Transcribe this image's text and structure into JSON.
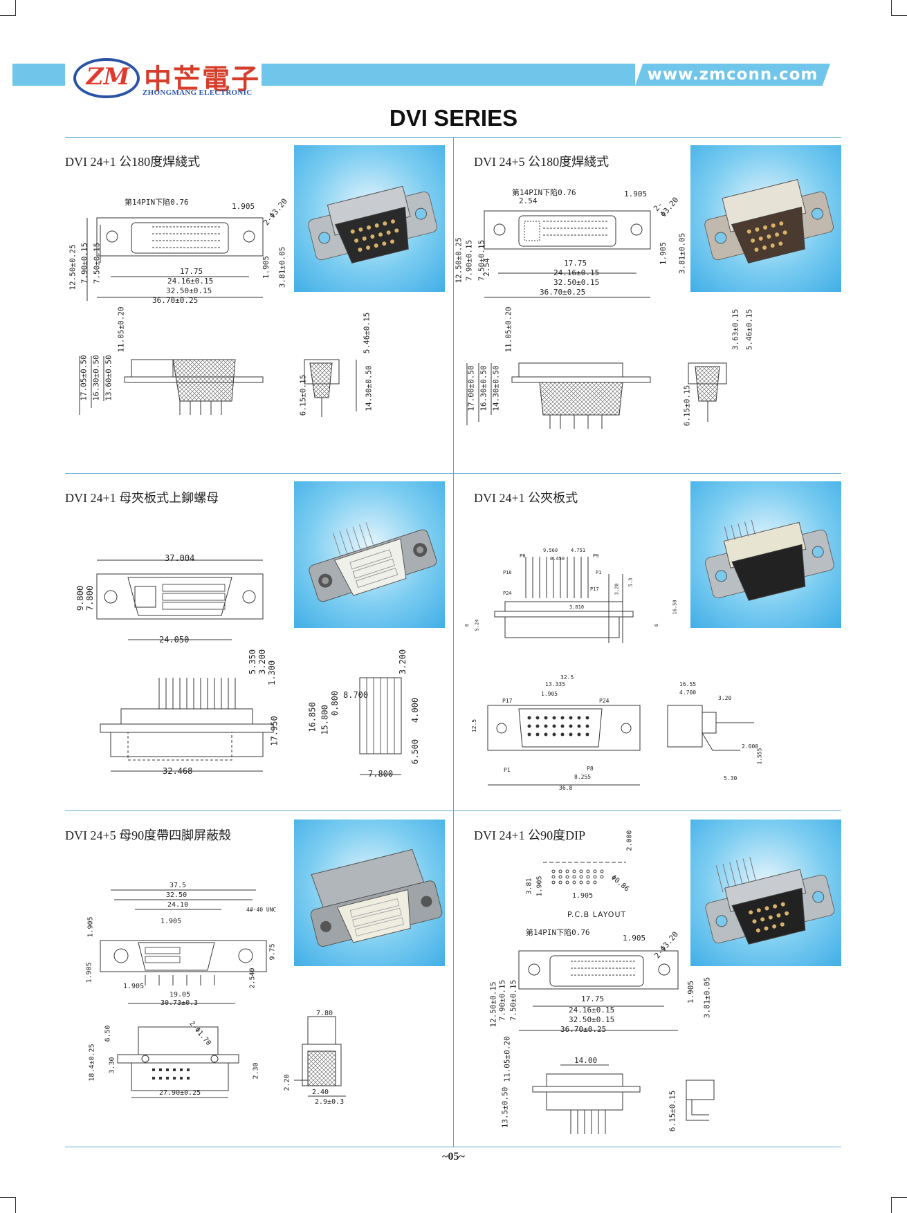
{
  "header": {
    "logo_mark": "ZM",
    "company_cn": "中芒電子",
    "company_en": "ZHONGMANG ELECTRONIC",
    "website": "www.zmconn.com",
    "brand_color": "#6fc6ea",
    "logo_red": "#e03a2f",
    "logo_blue": "#2a53a6"
  },
  "page_title": "DVI SERIES",
  "page_number": "~05~",
  "products": [
    {
      "title": "DVI 24+1 公180度焊綫式",
      "top_view": {
        "note": "第14PIN下陷0.76",
        "dims": [
          "1.905",
          "2-Φ3.20",
          "17.75",
          "24.16±0.15",
          "32.50±0.15",
          "36.70±0.25",
          "12.50±0.25",
          "7.90±0.15",
          "7.50±0.15",
          "1.905",
          "3.81±0.05"
        ]
      },
      "side_view": {
        "dims": [
          "11.05±0.20",
          "17.05±0.50",
          "16.30±0.50",
          "13.60±0.50"
        ]
      },
      "end_view": {
        "dims": [
          "5.46±0.15",
          "6.15±0.15",
          "14.30±0.50"
        ]
      }
    },
    {
      "title": "DVI 24+5 公180度焊綫式",
      "top_view": {
        "note": "第14PIN下陷0.76",
        "dims": [
          "2.54",
          "1.905",
          "2-Φ3.20",
          "17.75",
          "24.16±0.15",
          "32.50±0.15",
          "36.70±0.25",
          "12.50±0.25",
          "7.90±0.15",
          "7.50±0.15",
          "2.54",
          "1.905",
          "3.81±0.05"
        ]
      },
      "side_view": {
        "dims": [
          "11.05±0.20",
          "17.00±0.50",
          "16.30±0.50",
          "14.30±0.50"
        ]
      },
      "end_view": {
        "dims": [
          "3.63±0.15",
          "5.46±0.15",
          "6.15±0.15"
        ]
      }
    },
    {
      "title": "DVI 24+1 母夾板式上鉚螺母",
      "top_view": {
        "dims": [
          "37.004",
          "9.800",
          "7.800",
          "24.050"
        ]
      },
      "side_view": {
        "dims": [
          "5.350",
          "3.200",
          "1.300",
          "17.950",
          "32.468"
        ]
      },
      "end_view": {
        "dims": [
          "3.200",
          "8.700",
          "16.850",
          "15.800",
          "0.800",
          "4.000",
          "6.500",
          "7.800"
        ]
      }
    },
    {
      "title": "DVI 24+1 公夾板式",
      "side_view": {
        "dims": [
          "9.560",
          "4.751",
          "0.450",
          "P8",
          "P9",
          "P16",
          "P1",
          "P24",
          "P17",
          "3.810",
          "3.20",
          "5.3",
          "16.50",
          "5.24",
          "6",
          "6"
        ]
      },
      "front_view": {
        "dims": [
          "32.5",
          "13.335",
          "1.905",
          "P17",
          "P24",
          "12.5",
          "P1",
          "P8",
          "8.255",
          "36.8"
        ]
      },
      "end_view": {
        "dims": [
          "16.55",
          "4.700",
          "3.20",
          "2.000",
          "1.555",
          "5.30"
        ]
      }
    },
    {
      "title": "DVI 24+5 母90度帶四脚屏蔽殼",
      "top_view": {
        "dims": [
          "37.5",
          "32.50",
          "24.10",
          "1.905",
          "4#-40 UNC",
          "1.905",
          "9.75",
          "1.905",
          "2.540",
          "1.905",
          "19.05",
          "30.73±0.3"
        ]
      },
      "front_view": {
        "dims": [
          "6.50",
          "18.4±0.25",
          "3.30",
          "2.30",
          "2-Φ1.70",
          "27.90±0.25"
        ]
      },
      "side_view": {
        "dims": [
          "7.80",
          "2.20",
          "2.40",
          "2.9±0.3"
        ]
      }
    },
    {
      "title": "DVI 24+1 公90度DIP",
      "pcb_layout": {
        "label": "P.C.B LAYOUT",
        "dims": [
          "2.000",
          "3.81",
          "1.905",
          "1.905",
          "Φ0.86"
        ]
      },
      "top_view": {
        "note": "第14PIN下陷0.76",
        "dims": [
          "1.905",
          "2-Φ3.20",
          "17.75",
          "24.16±0.15",
          "32.50±0.15",
          "36.70±0.25",
          "12.50±0.15",
          "7.90±0.15",
          "7.50±0.15",
          "1.905",
          "3.81±0.05"
        ]
      },
      "side_view": {
        "dims": [
          "11.05±0.20",
          "14.00",
          "13.5±0.50"
        ]
      },
      "end_view": {
        "dims": [
          "6.15±0.15"
        ]
      }
    }
  ]
}
